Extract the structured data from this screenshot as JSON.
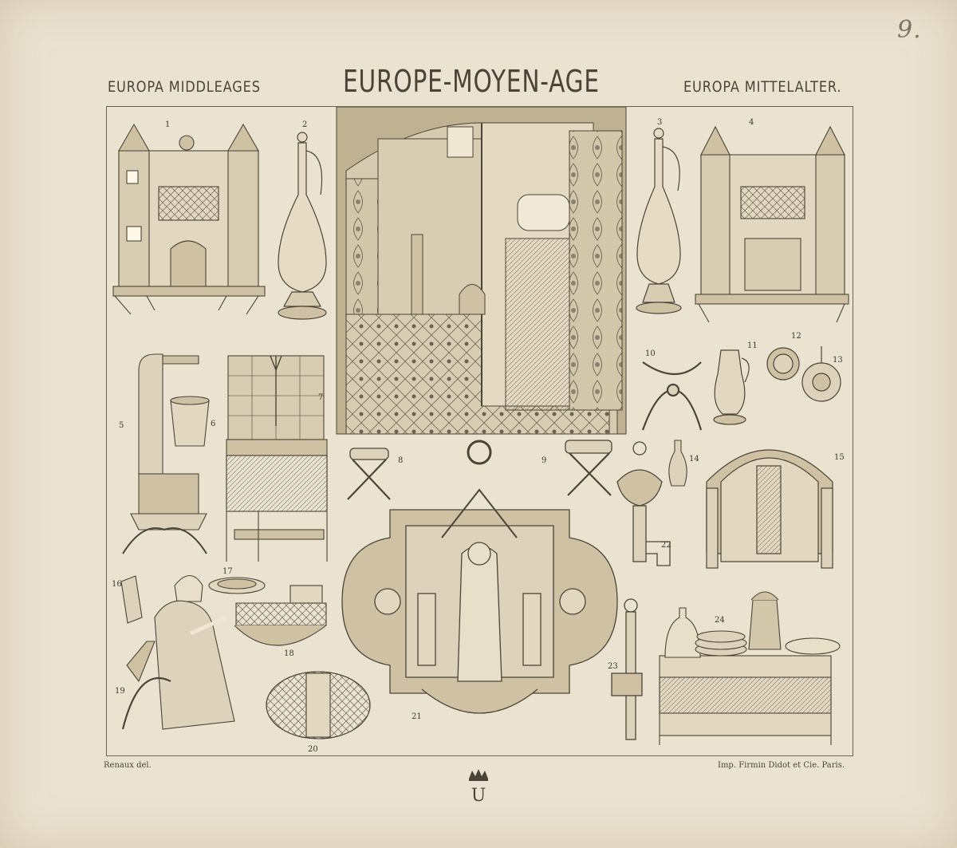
{
  "header": {
    "left_title": "EUROPA MIDDLEAGES",
    "center_title": "EUROPE-MOYEN-AGE",
    "right_title": "EUROPA MITTELALTER.",
    "page_number": "9."
  },
  "footer": {
    "artist_credit": "Renaux del.",
    "printer_credit": "Imp. Firmin Didot et Cie. Paris.",
    "mark_letter": "U"
  },
  "plate_numbers": [
    "1",
    "2",
    "3",
    "4",
    "5",
    "6",
    "7",
    "8",
    "9",
    "10",
    "11",
    "12",
    "13",
    "14",
    "15",
    "16",
    "17",
    "18",
    "19",
    "20",
    "21",
    "22",
    "23",
    "24"
  ],
  "colors": {
    "paper": "#ebe3d2",
    "ink": "#4a4538",
    "line": "#6a6355",
    "tint": "#cfc2a4"
  }
}
